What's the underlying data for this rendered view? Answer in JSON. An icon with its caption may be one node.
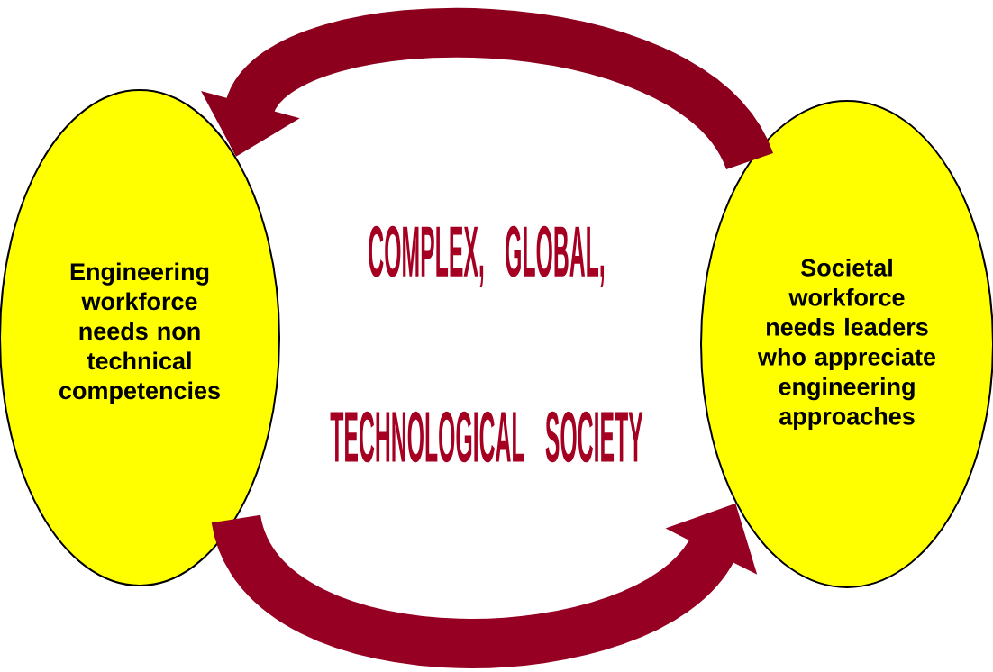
{
  "diagram": {
    "nodes": [
      {
        "text": [
          "Engineering workforce needs non technical competencies"
        ]
      },
      {
        "text": [
          "Societal workforce needs leaders who appreciate engineering approaches"
        ]
      }
    ],
    "edges": [
      {
        "from": 1,
        "to": 0,
        "arrow": "to"
      },
      {
        "from": 0,
        "to": 1,
        "arrow": "to"
      }
    ],
    "labels": [
      "COMPLEX, GLOBAL,",
      "TECHNOLOGICAL SOCIETY"
    ]
  }
}
